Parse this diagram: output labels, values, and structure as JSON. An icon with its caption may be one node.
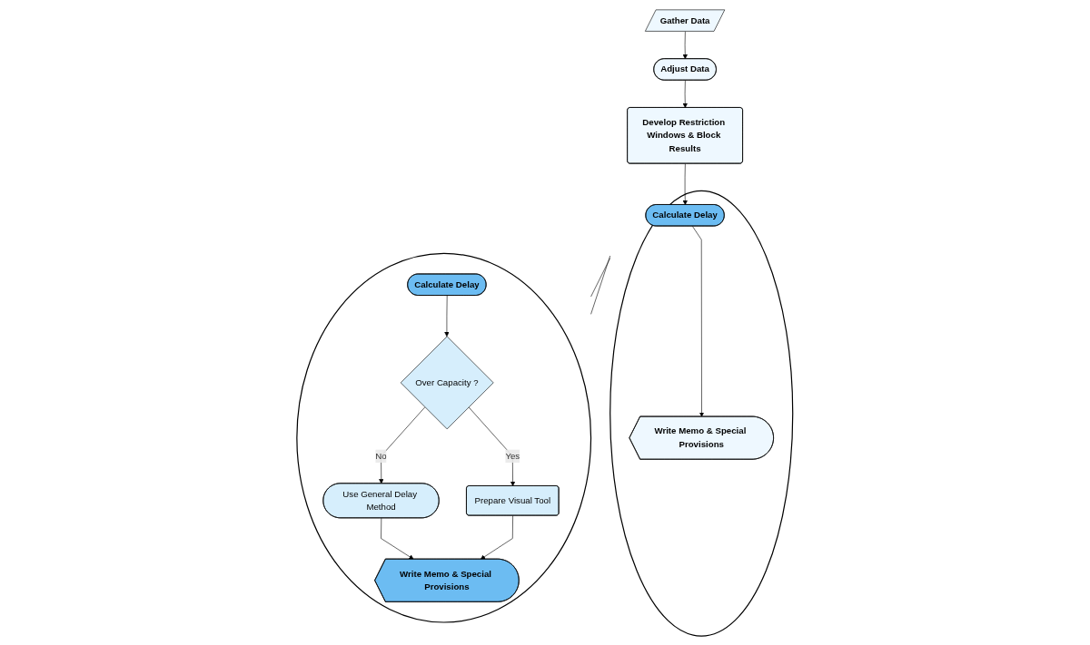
{
  "diagram": {
    "nodes": [
      {
        "text": [
          "Gather Data"
        ]
      },
      {
        "text": [
          "Adjust Data"
        ]
      },
      {
        "text": [
          "Develop Restriction Windows & Block Results"
        ]
      },
      {
        "text": [],
        "shape": "ellipse"
      },
      {
        "text": [
          "Calculate Delay"
        ],
        "in": 3
      },
      {
        "text": [
          "Write Memo & Special Provisions"
        ],
        "in": 3
      },
      {
        "text": [],
        "shape": "ellipse"
      },
      {
        "text": [
          "Calculate Delay"
        ],
        "in": 6
      },
      {
        "text": [
          "Over Capacity ?"
        ],
        "in": 6
      },
      {
        "text": [
          "Prepare Visual Tool"
        ],
        "in": 6
      },
      {
        "text": [
          "Use General Delay Method"
        ],
        "in": 6
      },
      {
        "text": [
          "Write Memo & Special Provisions"
        ],
        "in": 6
      }
    ],
    "edges": [
      {
        "from": 0,
        "to": 1,
        "arrow": "to"
      },
      {
        "from": 1,
        "to": 2,
        "arrow": "to"
      },
      {
        "from": 2,
        "to": 4,
        "arrow": "to"
      },
      {
        "from": 4,
        "to": 5,
        "arrow": "to"
      },
      {
        "from": 3,
        "to": 6,
        "arrow": "none"
      },
      {
        "from": 3,
        "to": 6,
        "arrow": "none"
      },
      {
        "from": 7,
        "to": 8,
        "arrow": "to"
      },
      {
        "from": 8,
        "to": 9,
        "arrow": "to",
        "label": "Yes"
      },
      {
        "from": 8,
        "to": 10,
        "arrow": "to",
        "label": "No"
      },
      {
        "from": 10,
        "to": 11,
        "arrow": "to"
      },
      {
        "from": 9,
        "to": 11,
        "arrow": "to"
      }
    ]
  }
}
